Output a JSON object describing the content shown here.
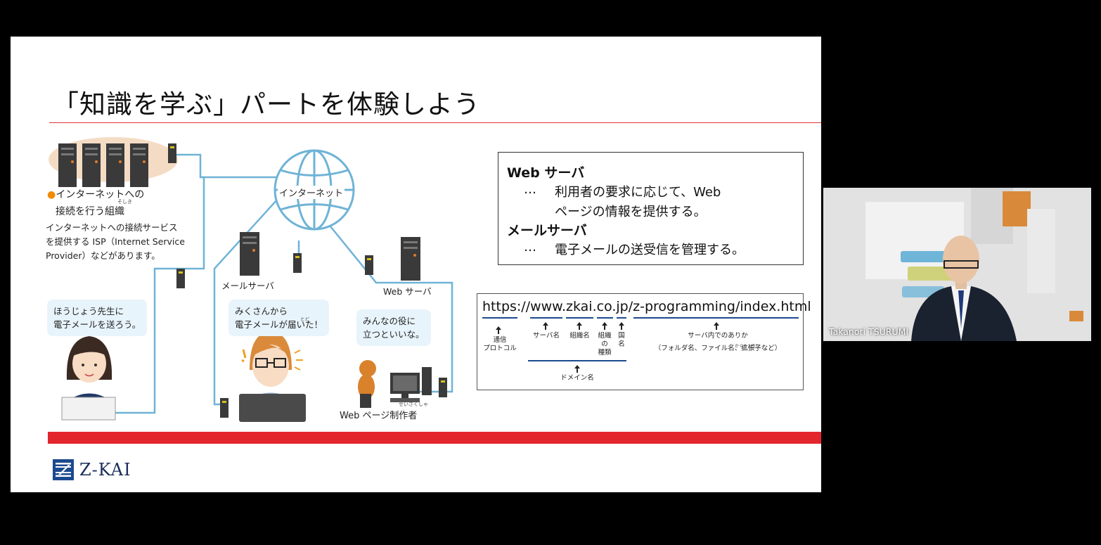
{
  "slide": {
    "title": "「知識を学ぶ」パートを体験しよう",
    "isp": {
      "heading_line1": "インターネットへの",
      "heading_line2": "接続を行う組織",
      "heading_ruby": "そしき",
      "body_line1": "インターネットへの接続サービス",
      "body_line2": "を提供する ISP（Internet Service",
      "body_line3": "Provider）などがあります。"
    },
    "internet_label": "インターネット",
    "mail_server_label": "メールサーバ",
    "web_server_label": "Web サーバ",
    "bubble_teacher_line1": "ほうじょう先生に",
    "bubble_teacher_line2": "電子メールを送ろう。",
    "bubble_miku_line1": "みくさんから",
    "bubble_miku_line2": "電子メールが届いた！",
    "bubble_miku_ruby": "とど",
    "bubble_web_line1": "みんなの役に",
    "bubble_web_line2": "立つといいな。",
    "creator_label": "Web ページ制作者",
    "creator_ruby": "せいさくしゃ",
    "definitions": {
      "web_heading": "Web サーバ",
      "web_ellipsis": "…",
      "web_body_line1": "利用者の要求に応じて、Web",
      "web_body_line2": "ページの情報を提供する。",
      "mail_heading": "メールサーバ",
      "mail_ellipsis": "…",
      "mail_body": "電子メールの送受信を管理する。"
    },
    "url_box": {
      "url": "https://www.zkai.co.jp/z-programming/index.html",
      "protocol_line1": "通信",
      "protocol_line2": "プロトコル",
      "server_name": "サーバ名",
      "org_name": "組織名",
      "org_type_line1": "組織",
      "org_type_line2": "の",
      "org_type_line3": "種類",
      "country_line1": "国",
      "country_line2": "名",
      "location_line1": "サーバ内でのありか",
      "location_line2": "（フォルダ名、ファイル名、拡張子など）",
      "location_ruby": "かくちょうし",
      "domain_name": "ドメイン名"
    },
    "logo_text": "Z-KAI"
  },
  "video": {
    "participant_name": "Takanori TSURUMI"
  },
  "colors": {
    "accent_red": "#e3262e",
    "network_line": "#6fb3d6",
    "logo_blue": "#1c4a8f"
  }
}
